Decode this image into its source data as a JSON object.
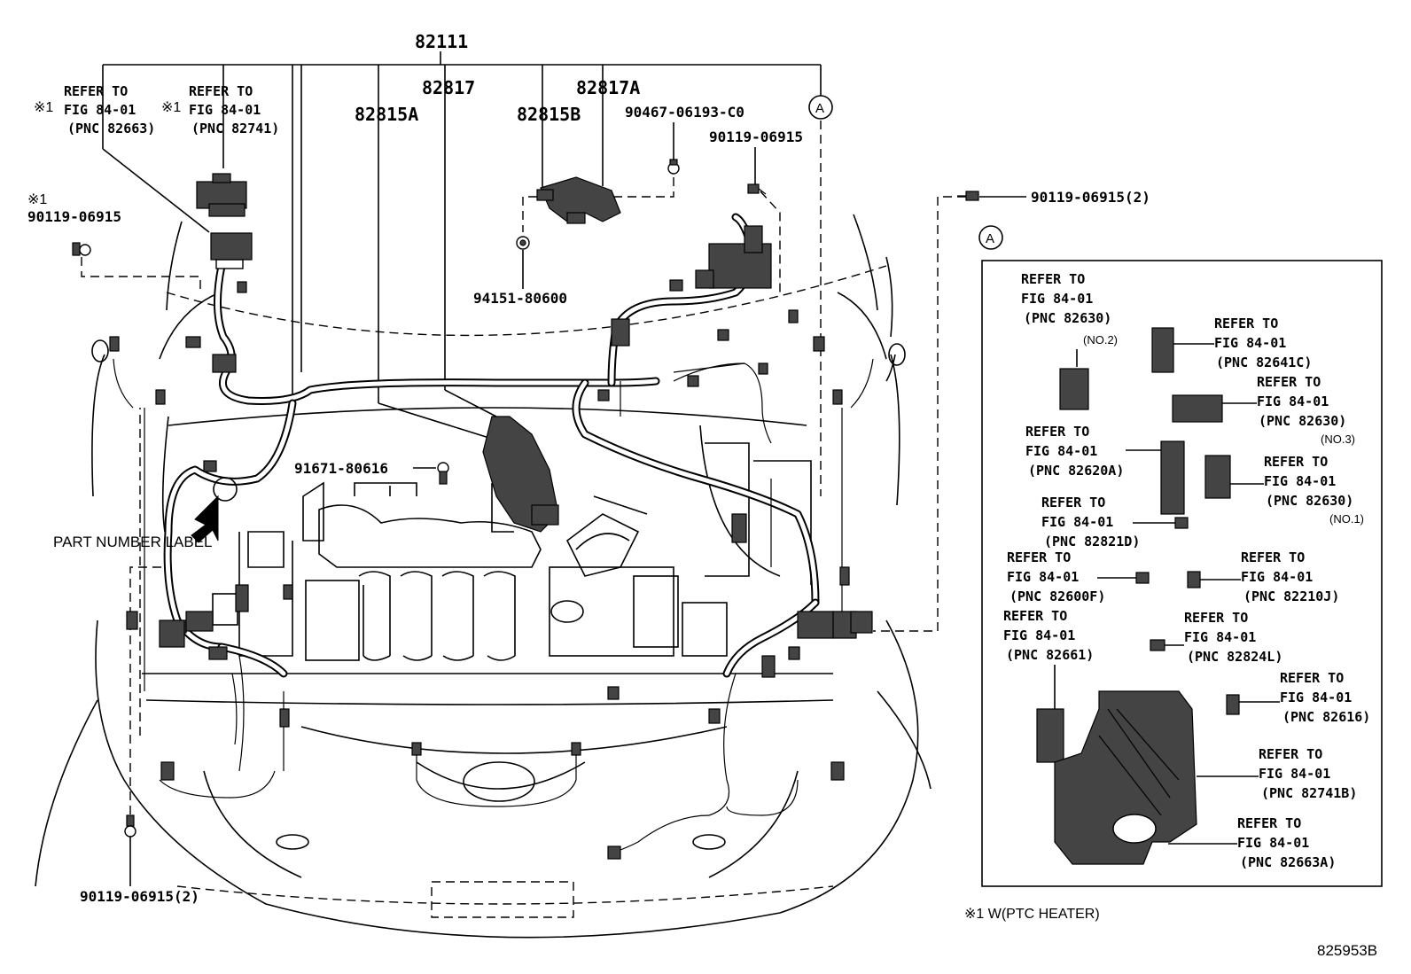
{
  "diagram": {
    "main_part": "82111",
    "callouts": {
      "p82817": "82817",
      "p82817a": "82817A",
      "p82815a": "82815A",
      "p82815b": "82815B",
      "p90467": "90467-06193-C0",
      "p90119_top": "90119-06915",
      "p90119_left": "90119-06915",
      "p90119_right": "90119-06915(2)",
      "p90119_bottom": "90119-06915(2)",
      "p94151": "94151-80600",
      "p91671": "91671-80616"
    },
    "circle_ref": "A",
    "ptc_mark": "※1",
    "part_number_label": "PART NUMBER LABEL",
    "refer_lines": {
      "refer": "REFER TO",
      "fig": "FIG 84-01"
    },
    "refs_left": [
      {
        "pnc": "(PNC 82663)"
      },
      {
        "pnc": "(PNC 82741)"
      }
    ],
    "box_refs": [
      {
        "pnc": "(PNC 82630)",
        "note": "(NO.2)"
      },
      {
        "pnc": "(PNC 82641C)"
      },
      {
        "pnc": "(PNC 82630)",
        "note": "(NO.3)"
      },
      {
        "pnc": "(PNC 82620A)"
      },
      {
        "pnc": "(PNC 82630)",
        "note": "(NO.1)"
      },
      {
        "pnc": "(PNC 82821D)"
      },
      {
        "pnc": "(PNC 82600F)"
      },
      {
        "pnc": "(PNC 82210J)"
      },
      {
        "pnc": "(PNC 82661)"
      },
      {
        "pnc": "(PNC 82824L)"
      },
      {
        "pnc": "(PNC 82616)"
      },
      {
        "pnc": "(PNC 82741B)"
      },
      {
        "pnc": "(PNC 82663A)"
      }
    ],
    "footnote": "※1 W(PTC HEATER)",
    "figure_id": "825953B"
  }
}
